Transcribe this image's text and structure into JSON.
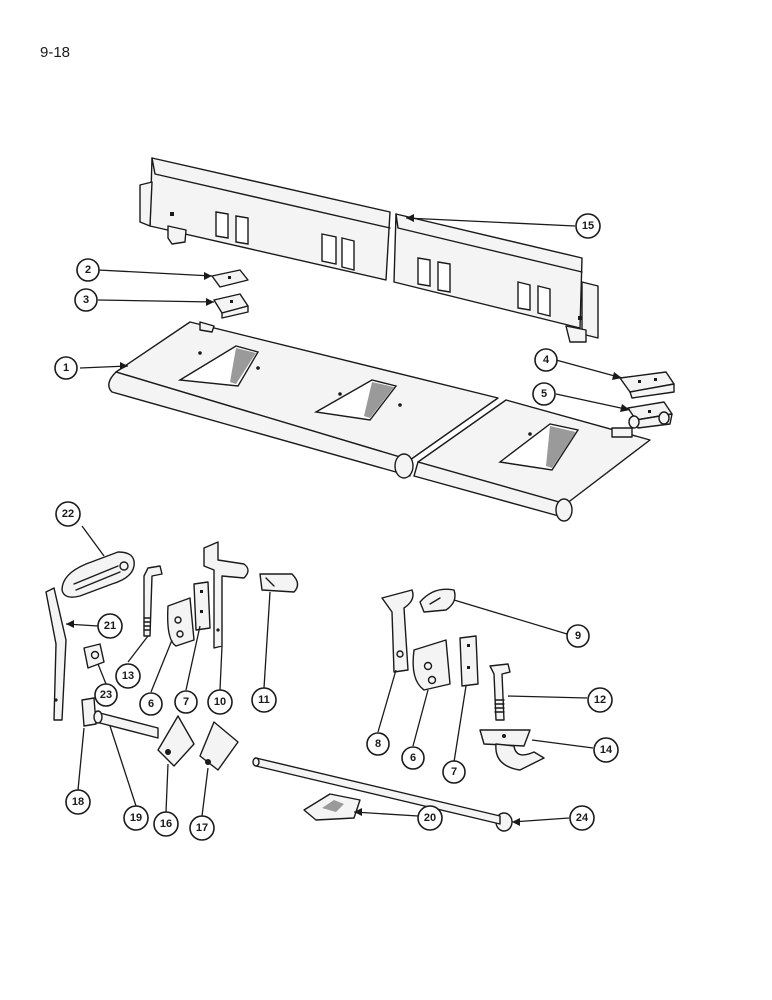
{
  "page": {
    "label": "9-18"
  },
  "diagram": {
    "callouts": [
      "1",
      "2",
      "3",
      "4",
      "5",
      "6",
      "7",
      "8",
      "9",
      "10",
      "11",
      "12",
      "13",
      "14",
      "15",
      "16",
      "17",
      "18",
      "19",
      "20",
      "21",
      "22",
      "23",
      "24"
    ],
    "callout_6_second": "6",
    "callout_7_second": "7"
  }
}
